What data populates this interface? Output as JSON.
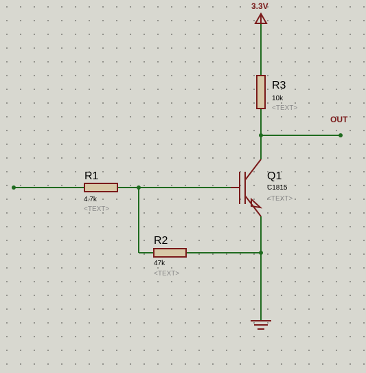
{
  "power": {
    "label": "3.3V"
  },
  "output": {
    "label": "OUT"
  },
  "components": {
    "r1": {
      "ref": "R1",
      "value": "4.7k",
      "text": "<TEXT>"
    },
    "r2": {
      "ref": "R2",
      "value": "47k",
      "text": "<TEXT>"
    },
    "r3": {
      "ref": "R3",
      "value": "10k",
      "text": "<TEXT>"
    },
    "q1": {
      "ref": "Q1",
      "value": "C1815",
      "text": "<TEXT>"
    }
  },
  "colors": {
    "background": "#d8d8d0",
    "wire": "#1f6b1f",
    "component": "#7a1a1a",
    "resistor_body": "#d8c9a8",
    "placeholder_text": "#8a8a8a"
  }
}
